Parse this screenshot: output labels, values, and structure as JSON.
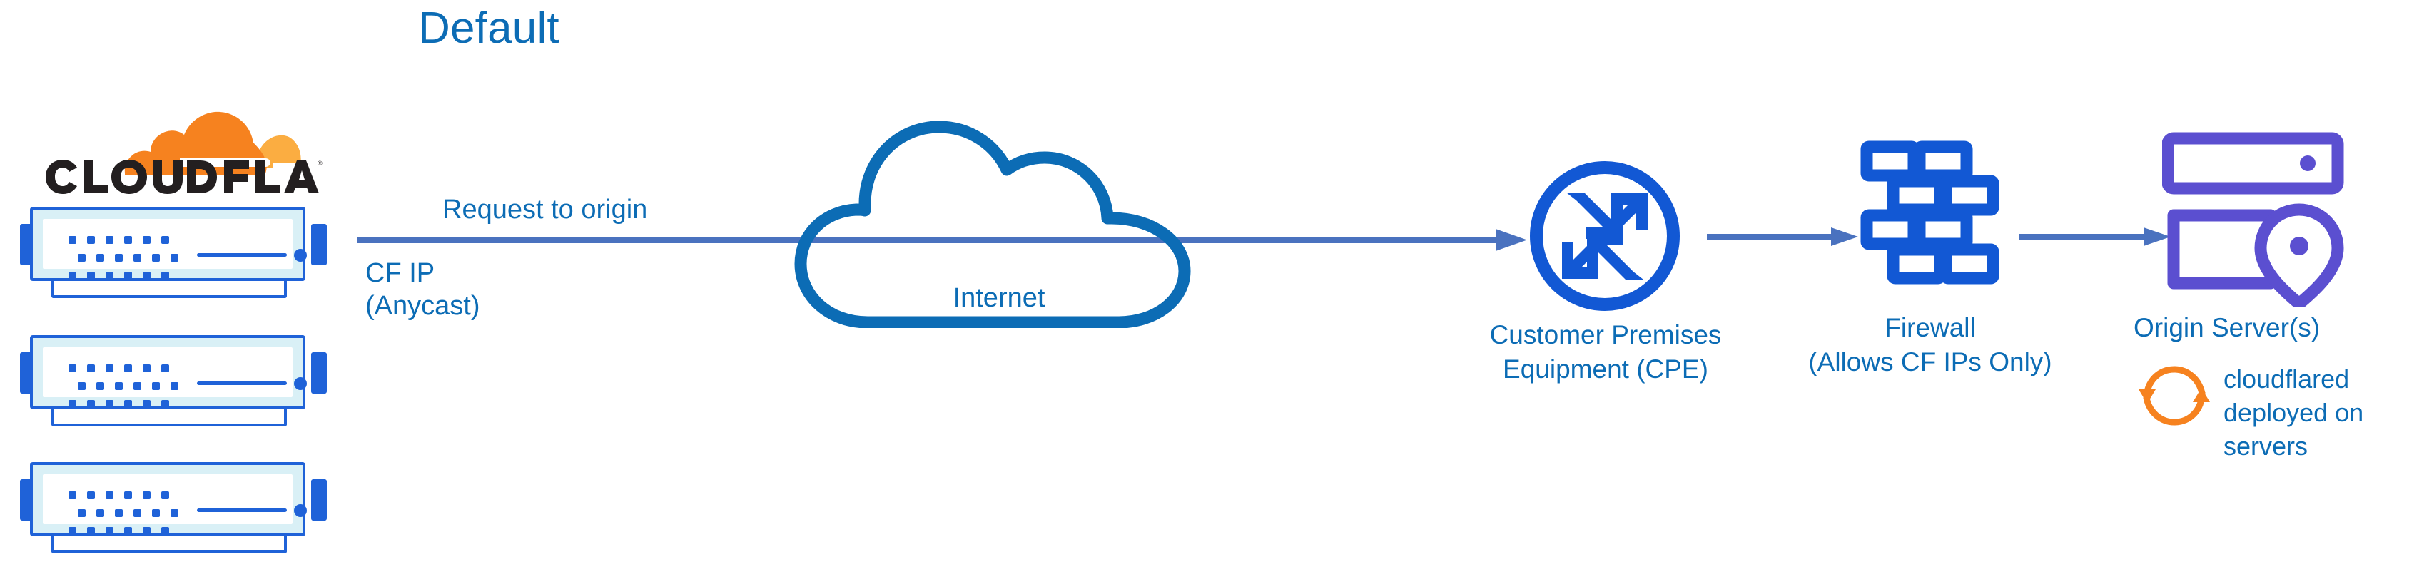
{
  "diagram": {
    "title": "Default",
    "type": "network-architecture-flow",
    "colors": {
      "primary_blue": "#0c6cb5",
      "node_blue": "#1258d4",
      "connector_blue": "#4a72bf",
      "rack_blue": "#1f62d8",
      "rack_fill": "#d9f0f6",
      "origin_purple": "#5b4fd0",
      "cloudflare_orange": "#f6821f",
      "cloudflare_orange_light": "#fbad41",
      "wordmark_black": "#231f20"
    }
  },
  "brand": {
    "wordmark": "CLOUDFLARE",
    "trademark": "®",
    "cloud_icon_name": "cloudflare-cloud-logo"
  },
  "edge": {
    "rack_count": 3,
    "rack_icon_name": "server-rack-icon",
    "label_request": "Request to origin",
    "label_ip_line1": "CF IP",
    "label_ip_line2": "(Anycast)"
  },
  "internet": {
    "label": "Internet",
    "icon_name": "cloud-outline-icon"
  },
  "nodes": [
    {
      "id": "cpe",
      "icon_name": "router-icon",
      "label_line1": "Customer Premises",
      "label_line2": "Equipment (CPE)"
    },
    {
      "id": "firewall",
      "icon_name": "brick-wall-icon",
      "label_line1": "Firewall",
      "label_line2": "(Allows CF IPs Only)"
    },
    {
      "id": "origin",
      "icon_name": "origin-server-pin-icon",
      "label_line1": "Origin Server(s)",
      "label_line2": ""
    }
  ],
  "annotation": {
    "icon_name": "refresh-cycle-icon",
    "line1": "cloudflared",
    "line2": "deployed on",
    "line3": "servers"
  }
}
